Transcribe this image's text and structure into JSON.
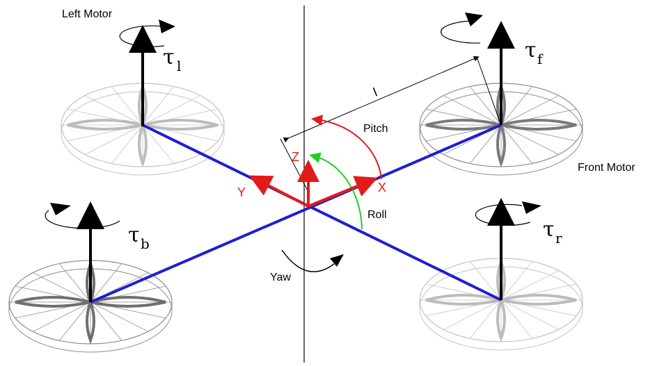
{
  "labels": {
    "left_motor": "Left Motor",
    "front_motor": "Front Motor",
    "pitch": "Pitch",
    "roll": "Roll",
    "yaw": "Yaw",
    "axis_x": "X",
    "axis_y": "Y",
    "axis_z": "Z",
    "arm_length": "l"
  },
  "torques": {
    "left": "τ",
    "left_sub": "l",
    "front": "τ",
    "front_sub": "f",
    "back": "τ",
    "back_sub": "b",
    "right": "τ",
    "right_sub": "r"
  },
  "colors": {
    "arm": "#1e1ed2",
    "axis": "#e11b1b",
    "roll_arc": "#22d022",
    "pitch_arc": "#e11b1b",
    "black": "#000000"
  }
}
